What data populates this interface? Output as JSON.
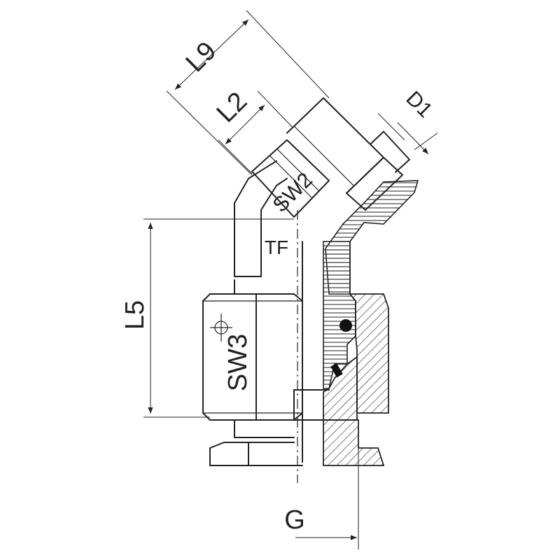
{
  "labels": {
    "l9": "L9",
    "l2": "L2",
    "d1": "D1",
    "sw2": "SW2",
    "tf": "TF",
    "l5": "L5",
    "sw3": "SW3",
    "g": "G"
  }
}
